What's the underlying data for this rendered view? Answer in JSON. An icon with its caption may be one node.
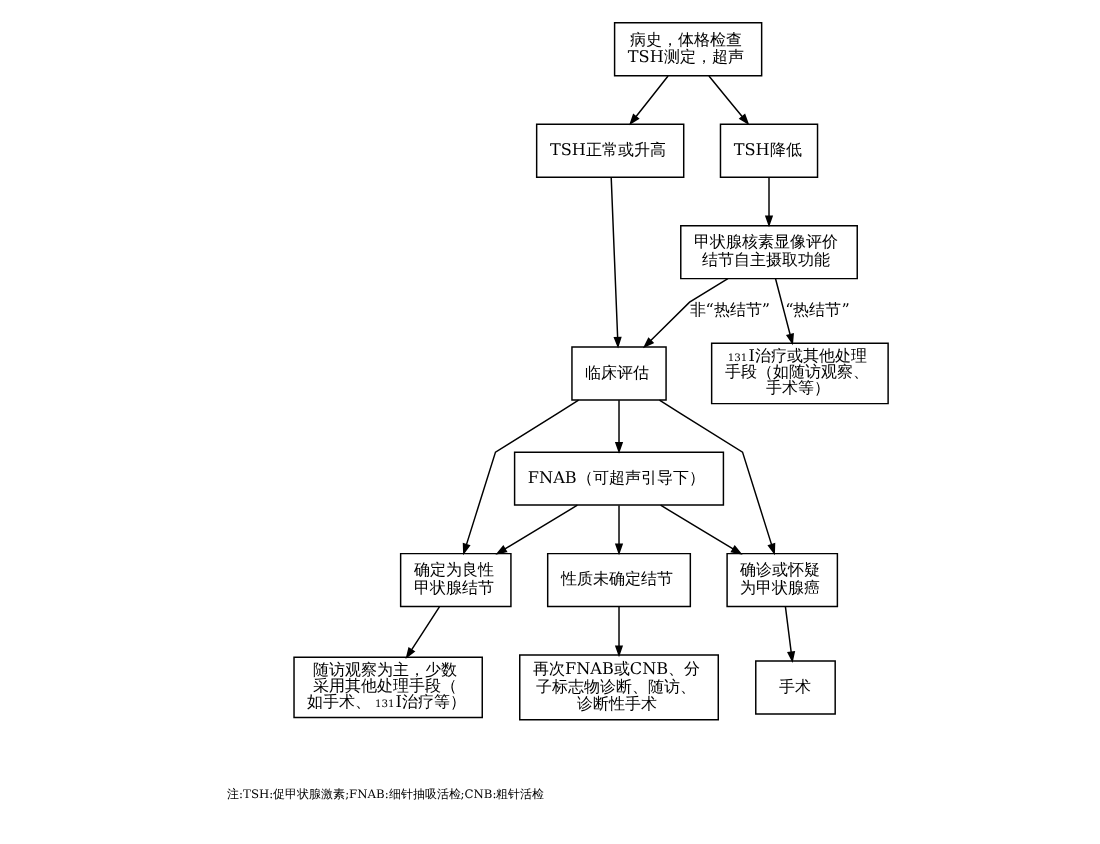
{
  "diagram": {
    "nodes": [
      {
        "text": [
          "病史，体格检查 TSH测定，超声"
        ]
      },
      {
        "text": [
          "TSH正常或升高"
        ]
      },
      {
        "text": [
          "TSH降低"
        ]
      },
      {
        "text": [
          "甲状腺核素显像评价结节自主摄取功能"
        ]
      },
      {
        "text": [
          "临床评估"
        ]
      },
      {
        "text": [
          "确定为良性甲状腺结节"
        ]
      },
      {
        "text": [
          "FNAB（可超声引导下）"
        ]
      },
      {
        "text": [
          "确诊或怀疑为甲状腺癌"
        ]
      },
      {
        "text": [
          "$^{131}$I治疗或其他处理手段（如随访观察、手术等）"
        ]
      },
      {
        "text": [
          "性质未确定结节"
        ]
      },
      {
        "text": [
          "随访观察为主，少数采用其他处理手段（如手术、$^{131}$I治疗等）"
        ]
      },
      {
        "text": [
          "再次FNAB或CNB、分子标志物诊断、随访、诊断性手术"
        ]
      },
      {
        "text": [
          "手术"
        ]
      }
    ],
    "edges": [
      {
        "from": 0,
        "to": 1,
        "arrow": "to"
      },
      {
        "from": 0,
        "to": 2,
        "arrow": "to"
      },
      {
        "from": 1,
        "to": 4,
        "arrow": "to"
      },
      {
        "from": 2,
        "to": 3,
        "arrow": "to"
      },
      {
        "from": 3,
        "to": 4,
        "arrow": "to",
        "label": "非“热结节”"
      },
      {
        "from": 3,
        "to": 8,
        "arrow": "to",
        "label": "“热结节”"
      },
      {
        "from": 4,
        "to": 5,
        "arrow": "to"
      },
      {
        "from": 4,
        "to": 6,
        "arrow": "to"
      },
      {
        "from": 4,
        "to": 7,
        "arrow": "to"
      },
      {
        "from": 6,
        "to": 5,
        "arrow": "to"
      },
      {
        "from": 6,
        "to": 7,
        "arrow": "to"
      },
      {
        "from": 6,
        "to": 9,
        "arrow": "to"
      },
      {
        "from": 5,
        "to": 10,
        "arrow": "to"
      },
      {
        "from": 9,
        "to": 11,
        "arrow": "to"
      },
      {
        "from": 7,
        "to": 12,
        "arrow": "to"
      }
    ],
    "labels": [
      "注:TSH:促甲状腺激素;FNAB:细针抽吸活检;CNB:粗针活检"
    ]
  }
}
